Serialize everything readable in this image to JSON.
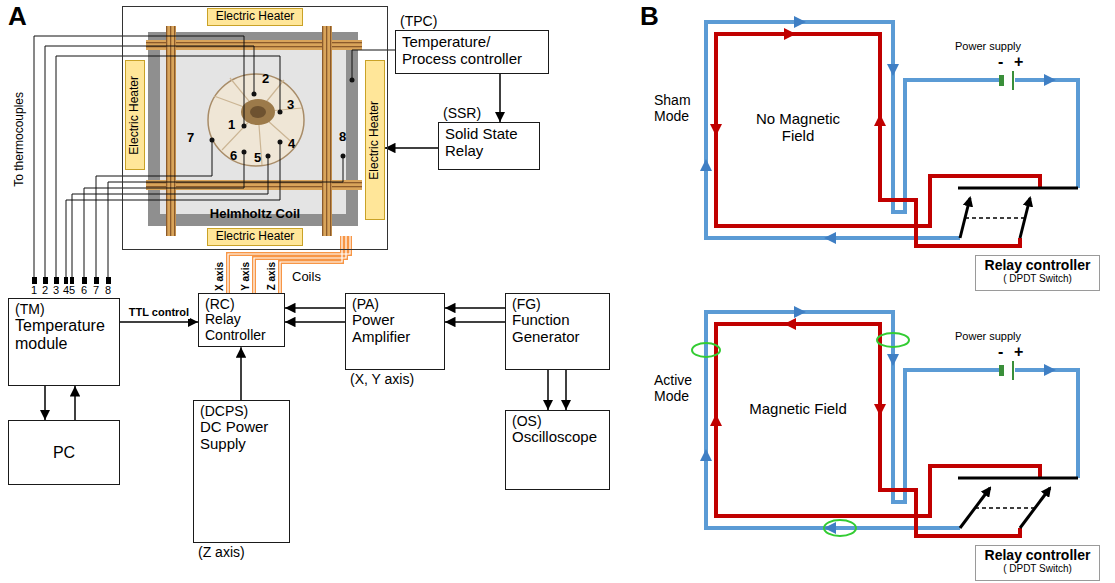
{
  "diagram": {
    "nodes": [
      {
        "text": [
          "Helmholtz Coil"
        ]
      },
      {
        "text": [
          "Electric Heater"
        ],
        "in": 0
      },
      {
        "text": [
          "Electric Heater"
        ],
        "in": 0
      },
      {
        "text": [
          "Electric Heater"
        ],
        "in": 0
      },
      {
        "text": [
          "Electric Heater"
        ],
        "in": 0
      },
      {
        "text": [
          "(TPC)",
          "Temperature/ Process controller"
        ]
      },
      {
        "text": [
          "(SSR)",
          "Solid State Relay"
        ]
      },
      {
        "text": [
          "(TM)",
          "Temperature module"
        ]
      },
      {
        "text": [
          "(RC)",
          "Relay Controller"
        ]
      },
      {
        "text": [
          "(PA)",
          "Power Amplifier",
          "(X, Y axis)"
        ]
      },
      {
        "text": [
          "(FG)",
          "Function Generator"
        ]
      },
      {
        "text": [
          "PC"
        ]
      },
      {
        "text": [
          "(DCPS)",
          "DC Power Supply",
          "(Z axis)"
        ]
      },
      {
        "text": [
          "(OS)",
          "Oscilloscope"
        ]
      },
      {
        "text": [
          "Relay controller",
          "( DPDT Switch)"
        ]
      },
      {
        "text": [
          "Relay controller",
          "( DPDT Switch)"
        ]
      }
    ],
    "edges": [
      {
        "from": 5,
        "to": 6,
        "arrow": "to"
      },
      {
        "from": 6,
        "to": 3,
        "arrow": "to"
      },
      {
        "from": 7,
        "to": 8,
        "label": "TTL control",
        "arrow": "to"
      },
      {
        "from": 7,
        "to": 11,
        "arrow": "to"
      },
      {
        "from": 11,
        "to": 7,
        "arrow": "to"
      },
      {
        "from": 9,
        "to": 8,
        "arrow": "to"
      },
      {
        "from": 9,
        "to": 8,
        "arrow": "to"
      },
      {
        "from": 10,
        "to": 9,
        "arrow": "to"
      },
      {
        "from": 10,
        "to": 9,
        "arrow": "to"
      },
      {
        "from": 10,
        "to": 13,
        "arrow": "to"
      },
      {
        "from": 10,
        "to": 13,
        "arrow": "to"
      },
      {
        "from": 12,
        "to": 8,
        "arrow": "to"
      }
    ],
    "labels": [
      "A",
      "To thermocouples",
      "1",
      "2",
      "3",
      "4",
      "5",
      "6",
      "7",
      "8",
      "1",
      "2",
      "3",
      "4",
      "5",
      "6",
      "7",
      "8",
      "Coils",
      "X axis",
      "Y axis",
      "Z axis",
      "B",
      "Sham Mode",
      "No Magnetic Field",
      "Power supply",
      "-",
      "+",
      "Active Mode",
      "Magnetic Field",
      "Power supply",
      "-",
      "+"
    ]
  }
}
